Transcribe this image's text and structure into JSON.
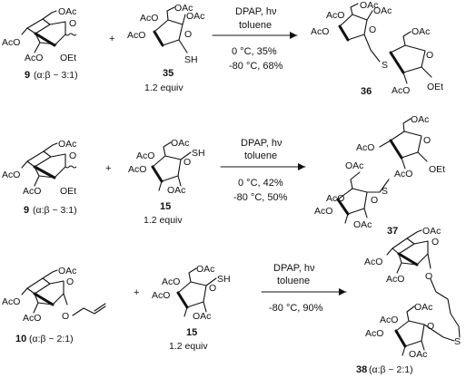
{
  "reactions": [
    {
      "reactant1": {
        "labels": [
          "OAc",
          "AcO",
          "O",
          "AcO",
          "OEt"
        ],
        "number": "9",
        "ratio": "(α:β ~ 3:1)"
      },
      "plus": "+",
      "reactant2": {
        "labels": [
          "OAc",
          "AcO",
          "OAc",
          "AcO",
          "O",
          "SH"
        ],
        "number": "35",
        "equiv": "1.2 equiv"
      },
      "conditions": {
        "reagent": "DPAP, hν",
        "solvent": "toluene",
        "cond1": "0 °C, 35%",
        "cond2": "-80 °C, 68%"
      },
      "product": {
        "labels": [
          "OAc",
          "AcO",
          "OAc",
          "AcO",
          "O",
          "S",
          "OAc",
          "O",
          "AcO",
          "OEt"
        ],
        "number": "36"
      }
    },
    {
      "reactant1": {
        "labels": [
          "OAc",
          "AcO",
          "O",
          "AcO",
          "OEt"
        ],
        "number": "9",
        "ratio": "(α:β ~ 3:1)"
      },
      "plus": "+",
      "reactant2": {
        "labels": [
          "OAc",
          "AcO",
          "O",
          "SH",
          "AcO",
          "OAc"
        ],
        "number": "15",
        "equiv": "1.2 equiv"
      },
      "conditions": {
        "reagent": "DPAP, hν",
        "solvent": "toluene",
        "cond1": "0 °C, 42%",
        "cond2": "-80 °C, 50%"
      },
      "product": {
        "labels": [
          "OAc",
          "AcO",
          "O",
          "AcO",
          "OAc",
          "O",
          "S",
          "AcO",
          "OEt",
          "AcO",
          "OAc"
        ],
        "number": "37"
      }
    },
    {
      "reactant1": {
        "labels": [
          "OAc",
          "AcO",
          "O",
          "AcO",
          "O"
        ],
        "number": "10",
        "ratio": "(α:β ~ 2:1)"
      },
      "plus": "+",
      "reactant2": {
        "labels": [
          "OAc",
          "AcO",
          "O",
          "SH",
          "AcO",
          "OAc"
        ],
        "number": "15",
        "equiv": "1.2 equiv"
      },
      "conditions": {
        "reagent": "DPAP, hν",
        "solvent": "toluene",
        "cond1": "-80 °C, 90%"
      },
      "product": {
        "labels": [
          "OAc",
          "AcO",
          "O",
          "AcO",
          "O",
          "OAc",
          "AcO",
          "O",
          "S",
          "AcO",
          "OAc"
        ],
        "number": "38",
        "ratio": "(α:β ~ 2:1)"
      }
    }
  ]
}
